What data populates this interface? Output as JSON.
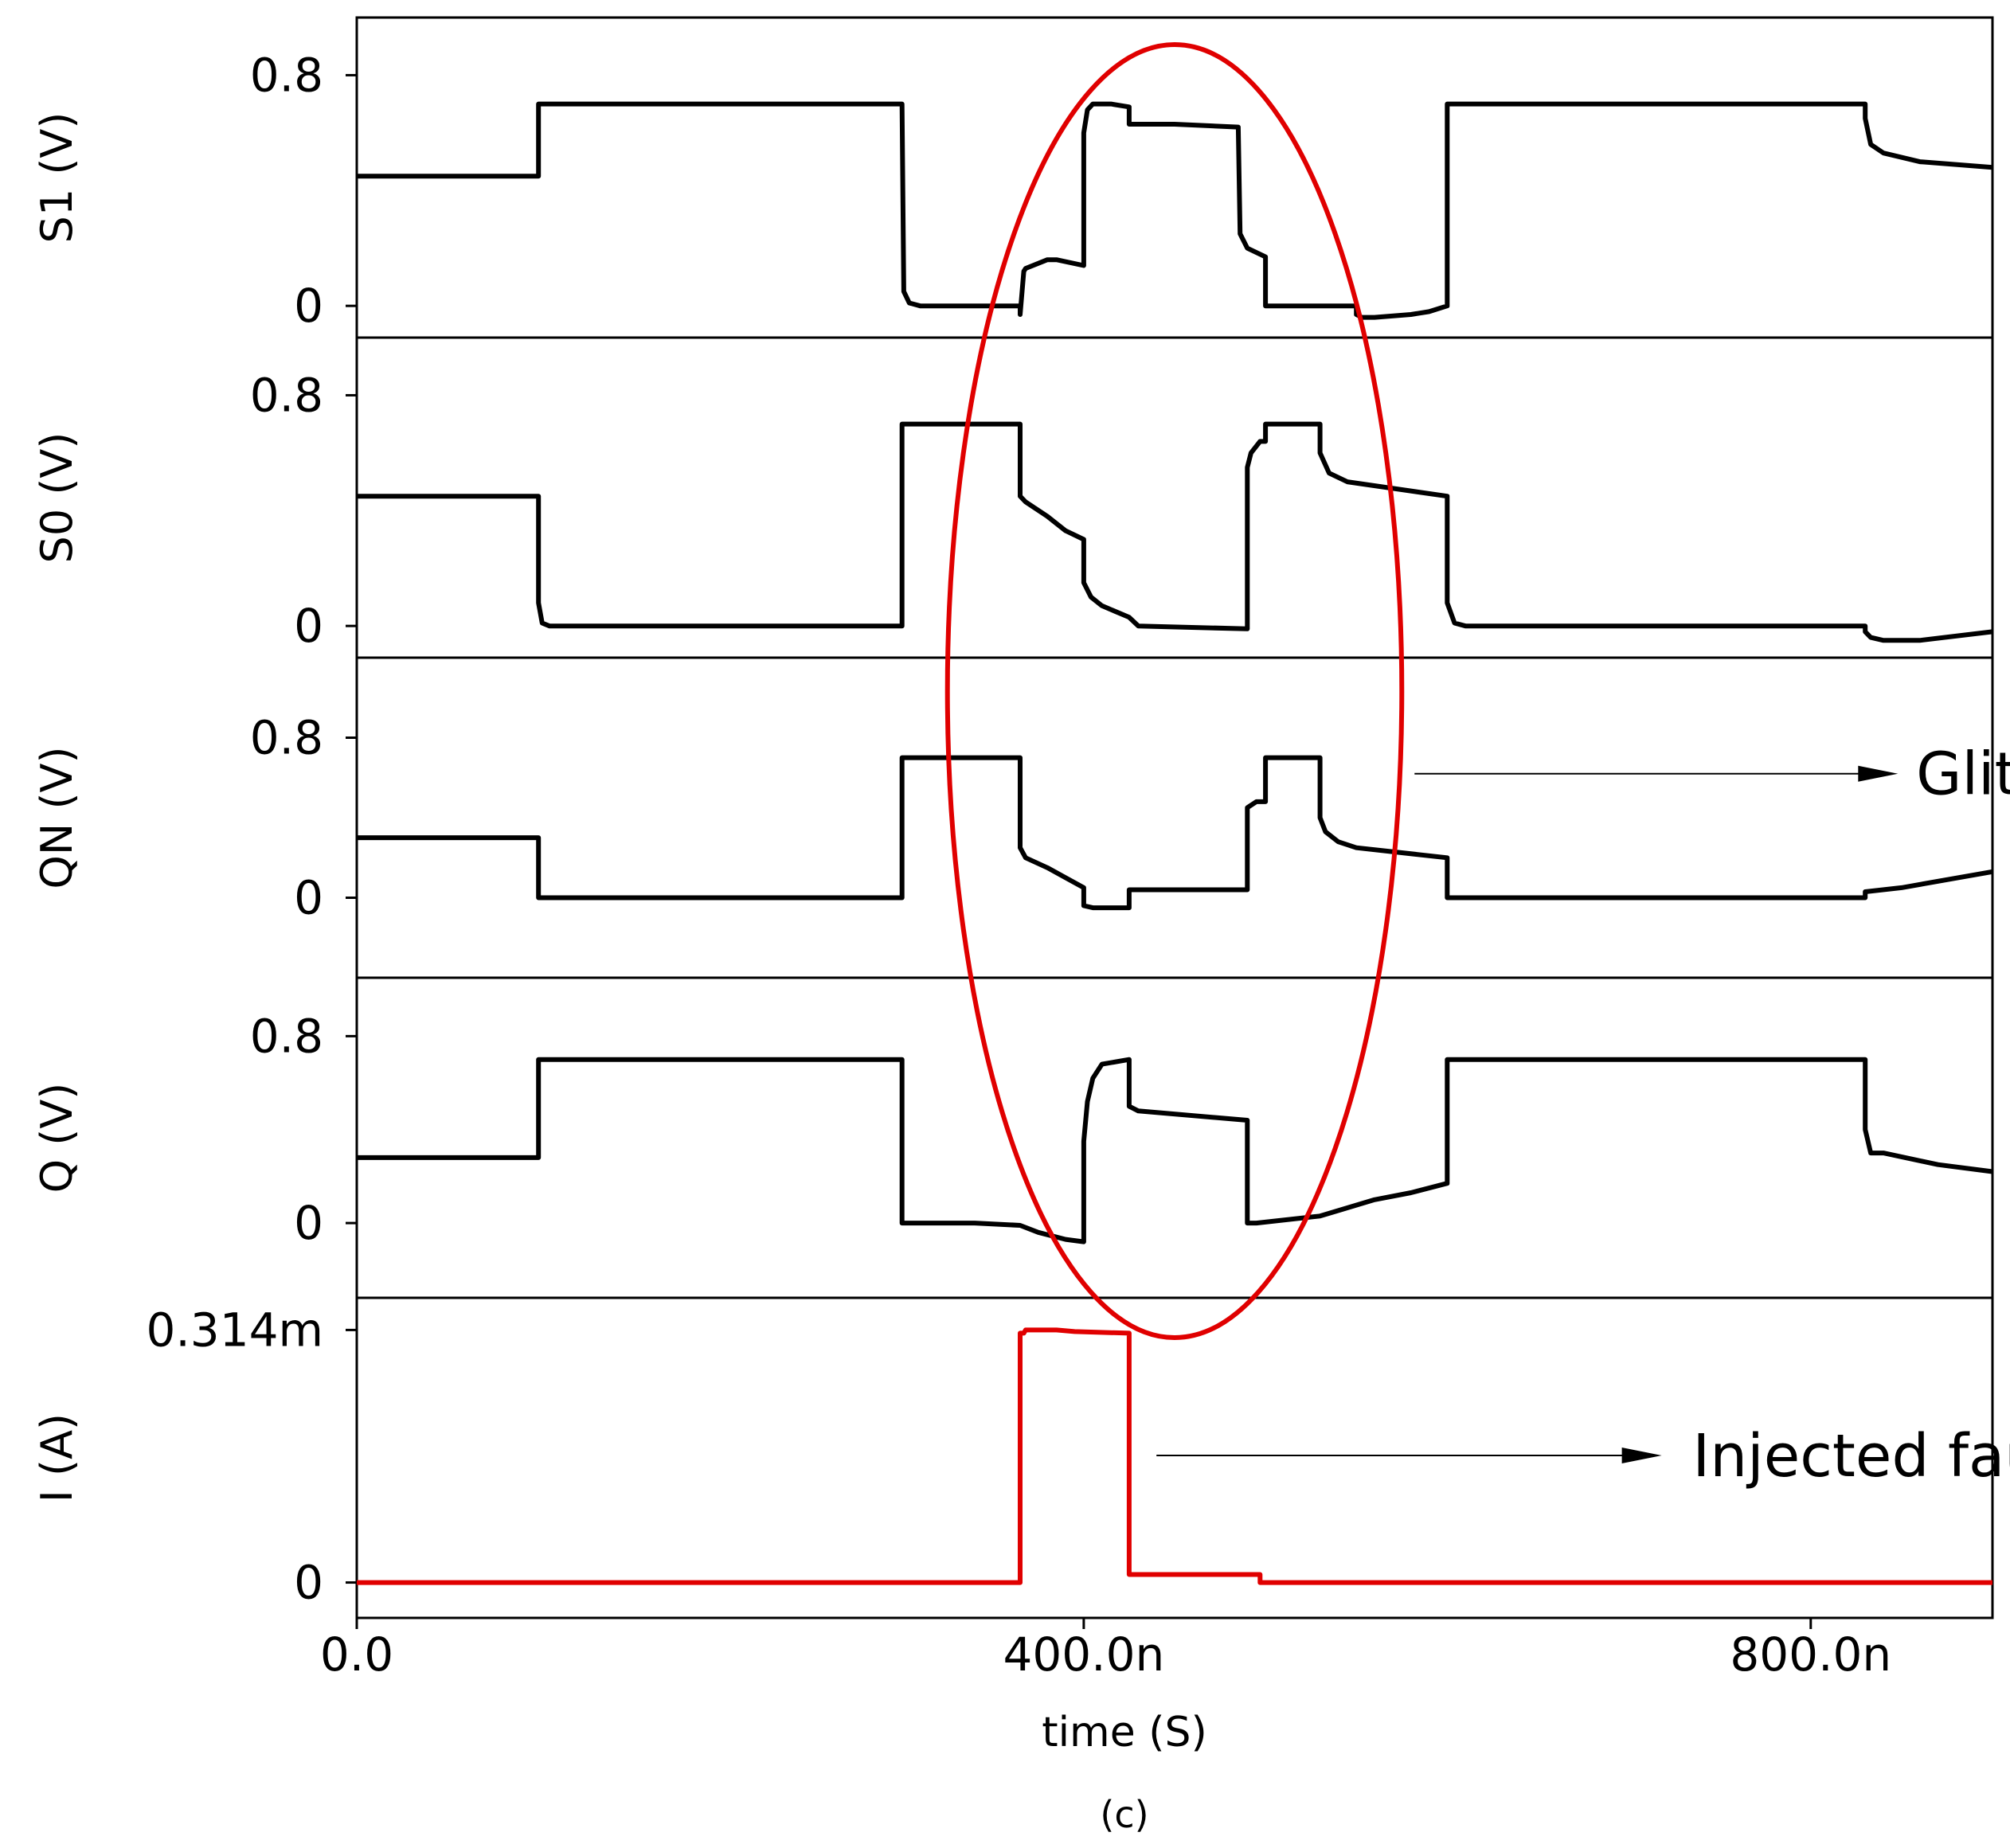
{
  "chart_data": {
    "type": "line",
    "caption": "(c)",
    "xlabel": "time (S)",
    "xlim": [
      0,
      900
    ],
    "x_ticks": [
      {
        "value": 0,
        "label": "0.0"
      },
      {
        "value": 400,
        "label": "400.0n"
      },
      {
        "value": 800,
        "label": "800.0n"
      }
    ],
    "grid": false,
    "panels": [
      {
        "ylabel": "S1 (V)",
        "ylim": [
          -0.11,
          1.0
        ],
        "y_ticks": [
          {
            "value": 0.8,
            "label": "0.8"
          },
          {
            "value": 0,
            "label": "0"
          }
        ],
        "color": "#000000",
        "series": {
          "x": [
            0,
            100,
            100,
            300,
            301,
            304,
            310,
            365,
            365,
            367,
            368,
            380,
            385,
            400,
            400,
            402,
            405,
            415,
            425,
            425,
            430,
            450,
            485,
            486,
            490,
            500,
            500,
            550,
            550,
            553,
            560,
            580,
            590,
            600,
            600,
            800,
            830,
            830,
            833,
            840,
            860,
            900
          ],
          "y": [
            0.45,
            0.45,
            0.7,
            0.7,
            0.05,
            0.01,
            0.0,
            0.0,
            -0.03,
            0.12,
            0.13,
            0.16,
            0.16,
            0.14,
            0.6,
            0.68,
            0.7,
            0.7,
            0.69,
            0.63,
            0.63,
            0.63,
            0.62,
            0.25,
            0.2,
            0.17,
            0.0,
            0.0,
            -0.03,
            -0.04,
            -0.04,
            -0.03,
            -0.02,
            0.0,
            0.7,
            0.7,
            0.7,
            0.65,
            0.56,
            0.53,
            0.5,
            0.48
          ]
        }
      },
      {
        "ylabel": "S0 (V)",
        "ylim": [
          -0.11,
          1.0
        ],
        "y_ticks": [
          {
            "value": 0.8,
            "label": "0.8"
          },
          {
            "value": 0,
            "label": "0"
          }
        ],
        "color": "#000000",
        "series": {
          "x": [
            0,
            100,
            100,
            102,
            106,
            110,
            300,
            300,
            301,
            365,
            365,
            368,
            380,
            390,
            400,
            400,
            404,
            410,
            425,
            430,
            490,
            490,
            492,
            497,
            500,
            500,
            530,
            530,
            535,
            545,
            600,
            600,
            604,
            610,
            830,
            830,
            833,
            840,
            860,
            900
          ],
          "y": [
            0.45,
            0.45,
            0.08,
            0.01,
            0.0,
            0.0,
            0.0,
            0.7,
            0.7,
            0.7,
            0.45,
            0.43,
            0.38,
            0.33,
            0.3,
            0.15,
            0.1,
            0.07,
            0.03,
            0.0,
            -0.01,
            0.55,
            0.6,
            0.64,
            0.64,
            0.7,
            0.7,
            0.6,
            0.53,
            0.5,
            0.45,
            0.08,
            0.01,
            0.0,
            0.0,
            -0.02,
            -0.04,
            -0.05,
            -0.05,
            -0.02
          ]
        }
      },
      {
        "ylabel": "QN (V)",
        "ylim": [
          -0.4,
          1.2
        ],
        "y_ticks": [
          {
            "value": 0.8,
            "label": "0.8"
          },
          {
            "value": 0,
            "label": "0"
          }
        ],
        "color": "#000000",
        "series": {
          "x": [
            0,
            100,
            100,
            300,
            300,
            365,
            365,
            368,
            380,
            390,
            400,
            400,
            405,
            425,
            425,
            490,
            490,
            495,
            500,
            500,
            530,
            530,
            533,
            540,
            550,
            600,
            600,
            830,
            830,
            850,
            900
          ],
          "y": [
            0.3,
            0.3,
            0.0,
            0.0,
            0.7,
            0.7,
            0.25,
            0.2,
            0.15,
            0.1,
            0.05,
            -0.04,
            -0.05,
            -0.05,
            0.04,
            0.04,
            0.45,
            0.48,
            0.48,
            0.7,
            0.7,
            0.4,
            0.33,
            0.28,
            0.25,
            0.2,
            0.0,
            0.0,
            0.03,
            0.05,
            0.13
          ]
        }
      },
      {
        "ylabel": "Q (V)",
        "ylim": [
          -0.32,
          1.05
        ],
        "y_ticks": [
          {
            "value": 0.8,
            "label": "0.8"
          },
          {
            "value": 0,
            "label": "0"
          }
        ],
        "color": "#000000",
        "series": {
          "x": [
            0,
            100,
            100,
            300,
            300,
            340,
            365,
            375,
            390,
            400,
            400,
            402,
            405,
            410,
            425,
            425,
            430,
            490,
            490,
            495,
            530,
            560,
            580,
            600,
            600,
            830,
            830,
            833,
            840,
            870,
            900
          ],
          "y": [
            0.28,
            0.28,
            0.7,
            0.7,
            0.0,
            0.0,
            -0.01,
            -0.04,
            -0.07,
            -0.08,
            0.35,
            0.52,
            0.62,
            0.68,
            0.7,
            0.5,
            0.48,
            0.44,
            0.0,
            0.0,
            0.03,
            0.1,
            0.13,
            0.17,
            0.7,
            0.7,
            0.4,
            0.3,
            0.3,
            0.25,
            0.22
          ]
        }
      },
      {
        "ylabel": "I (A)",
        "ylim": [
          -0.044,
          0.354
        ],
        "y_ticks": [
          {
            "value": 0.314,
            "label": "0.314m"
          },
          {
            "value": 0,
            "label": "0"
          }
        ],
        "color": "#e00000",
        "series": {
          "x": [
            0,
            365,
            365,
            367,
            368,
            385,
            395,
            425,
            425,
            497,
            497,
            900
          ],
          "y": [
            0.0,
            0.0,
            0.31,
            0.31,
            0.314,
            0.314,
            0.312,
            0.31,
            0.01,
            0.01,
            0.0,
            0.0
          ]
        }
      }
    ],
    "annotations": [
      {
        "text": "Glitch",
        "panel": 2,
        "x": 858,
        "y": 0.62,
        "arrow_from_x": 582,
        "arrow_to_x": 848
      },
      {
        "text": "Injected fault",
        "panel": 4,
        "x": 735,
        "y": 0.158,
        "arrow_from_x": 440,
        "arrow_to_x": 718
      }
    ],
    "highlight_ellipse": {
      "center_x": 450,
      "rx_data": 125,
      "color": "#e00000"
    }
  }
}
